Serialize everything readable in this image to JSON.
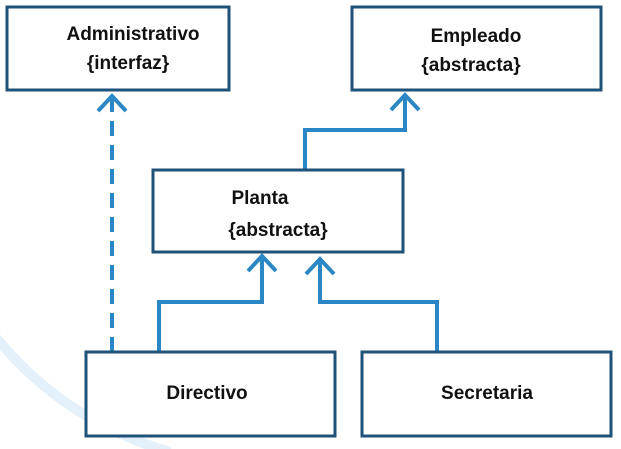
{
  "classes": {
    "administrativo": {
      "name": "Administrativo",
      "stereotype": "{interfaz}"
    },
    "empleado": {
      "name": "Empleado",
      "stereotype": "{abstracta}"
    },
    "planta": {
      "name": "Planta",
      "stereotype": "{abstracta}"
    },
    "directivo": {
      "name": "Directivo"
    },
    "secretaria": {
      "name": "Secretaria"
    }
  },
  "relations": [
    {
      "from": "planta",
      "to": "empleado",
      "type": "inheritance"
    },
    {
      "from": "directivo",
      "to": "planta",
      "type": "inheritance"
    },
    {
      "from": "secretaria",
      "to": "planta",
      "type": "inheritance"
    },
    {
      "from": "directivo",
      "to": "administrativo",
      "type": "realization"
    }
  ],
  "colors": {
    "box_border": "#1f5278",
    "connector": "#2a86c4",
    "text": "#111111",
    "background": "#ffffff"
  }
}
